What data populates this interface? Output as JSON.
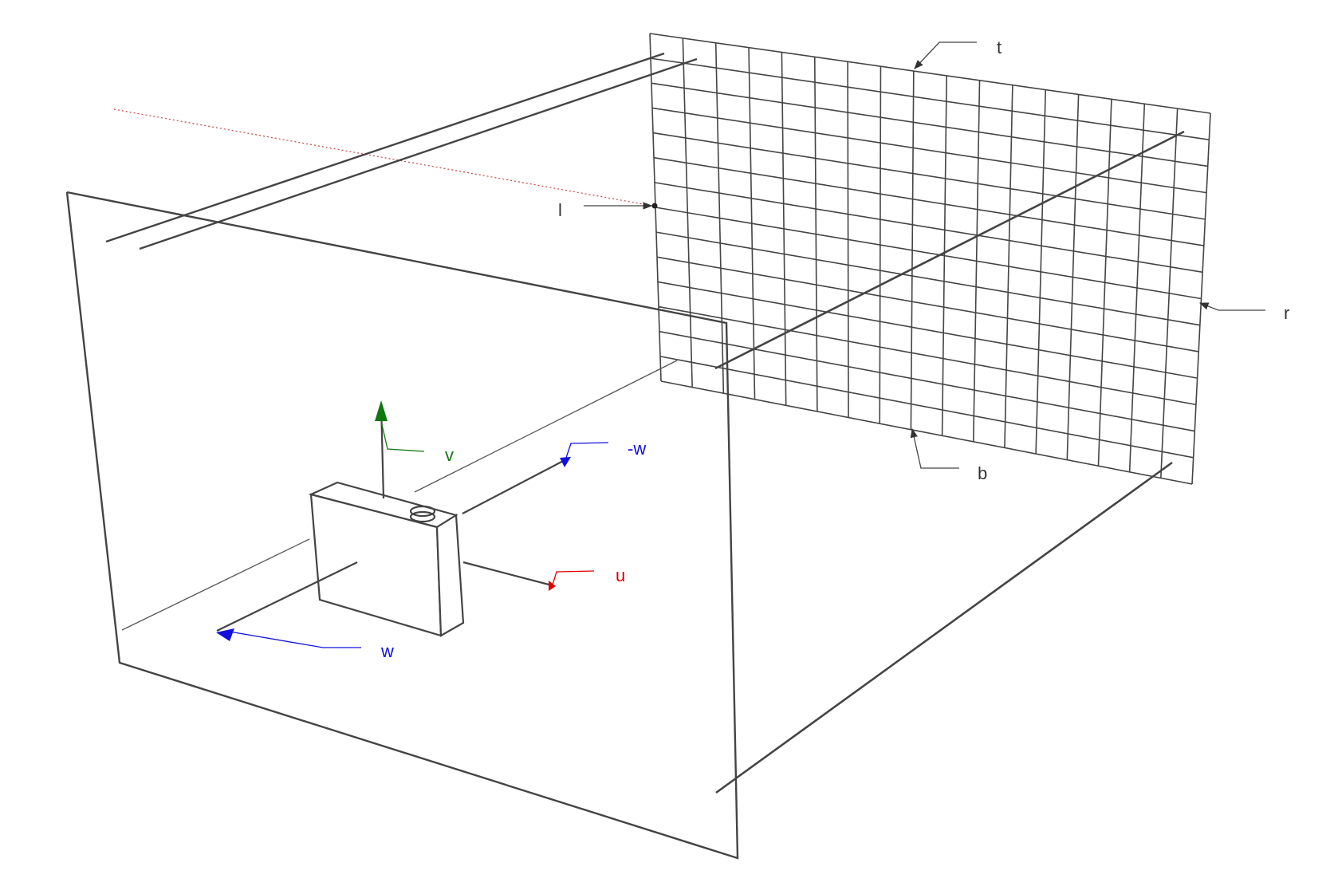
{
  "labels": {
    "t": "t",
    "b": "b",
    "l": "l",
    "r": "r",
    "u": "u",
    "v": "v",
    "w": "w",
    "neg_w": "-w"
  },
  "colors": {
    "stroke": "#333333",
    "red": "#e00000",
    "green": "#117711",
    "blue": "#1010dd",
    "ray": "#cc4444"
  },
  "grid": {
    "columns": 17,
    "rows": 14
  }
}
